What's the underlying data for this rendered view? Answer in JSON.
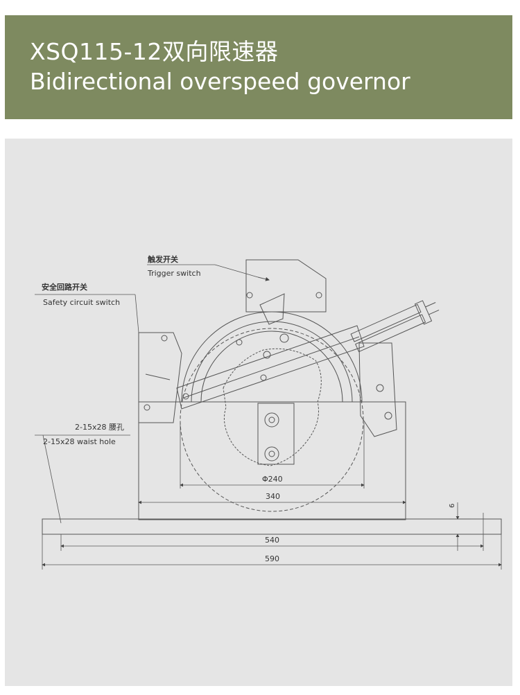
{
  "header": {
    "title_model": "XSQ115-12双向限速器",
    "title_english": "Bidirectional overspeed governor",
    "background_color": "#7e8a60"
  },
  "drawing": {
    "background_color": "#e5e5e5",
    "labels": {
      "trigger_switch_cn": "触发开关",
      "trigger_switch_en": "Trigger switch",
      "safety_switch_cn": "安全回路开关",
      "safety_switch_en": "Safety circuit switch",
      "waist_hole_cn": "2-15x28 腰孔",
      "waist_hole_en": "2-15x28 waist hole"
    },
    "dimensions": {
      "sheave_diameter": "Φ240",
      "frame_width": "340",
      "base_hole_spacing": "540",
      "base_width": "590",
      "base_thickness": "6"
    }
  }
}
